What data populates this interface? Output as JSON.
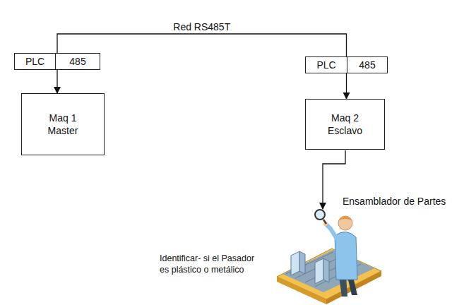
{
  "diagram": {
    "nodes": [
      {
        "text": [
          "PLC",
          "485"
        ]
      },
      {
        "text": [
          "Maq 1",
          "Master"
        ]
      },
      {
        "text": [
          "PLC",
          "485"
        ]
      },
      {
        "text": [
          "Maq 2",
          "Esclavo"
        ]
      }
    ],
    "edges": [
      {
        "from": 0,
        "to": 2,
        "arrow": "none",
        "label": "Red RS485T"
      },
      {
        "from": 0,
        "to": 1,
        "arrow": "to"
      },
      {
        "from": 2,
        "to": 3,
        "arrow": "to"
      }
    ],
    "labels": [
      "Ensamblador de Partes",
      "Identificar- si el Pasador es plástico o metálico"
    ]
  }
}
